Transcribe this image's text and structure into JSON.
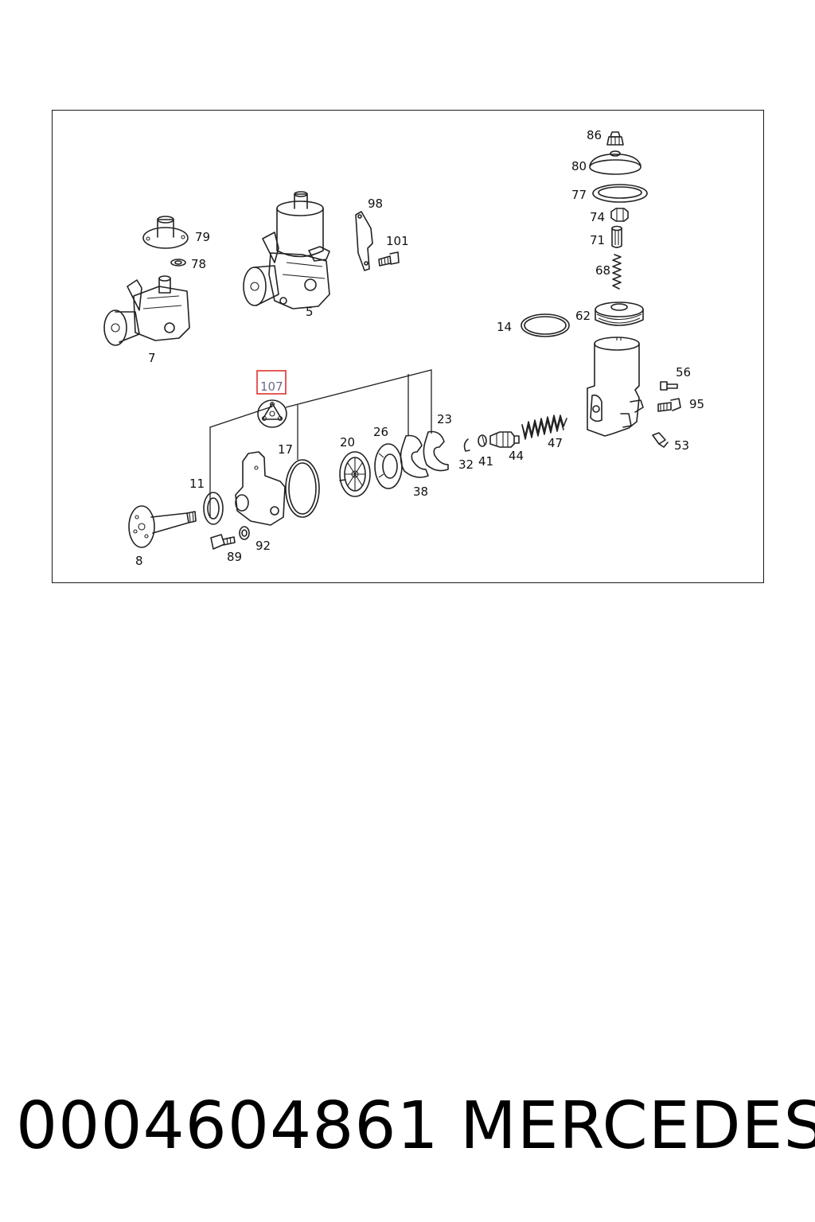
{
  "diagram": {
    "highlighted_callout": "107",
    "callouts": [
      "86",
      "80",
      "77",
      "74",
      "71",
      "68",
      "62",
      "14",
      "98",
      "101",
      "79",
      "78",
      "5",
      "7",
      "107",
      "56",
      "95",
      "53",
      "23",
      "26",
      "20",
      "17",
      "11",
      "8",
      "89",
      "92",
      "38",
      "32",
      "41",
      "44",
      "47"
    ]
  },
  "caption": {
    "part_number": "0004604861",
    "brand": "MERCEDES"
  },
  "colors": {
    "highlight_border": "#e03030",
    "highlight_text": "#6b6b8a",
    "line": "#222222"
  }
}
